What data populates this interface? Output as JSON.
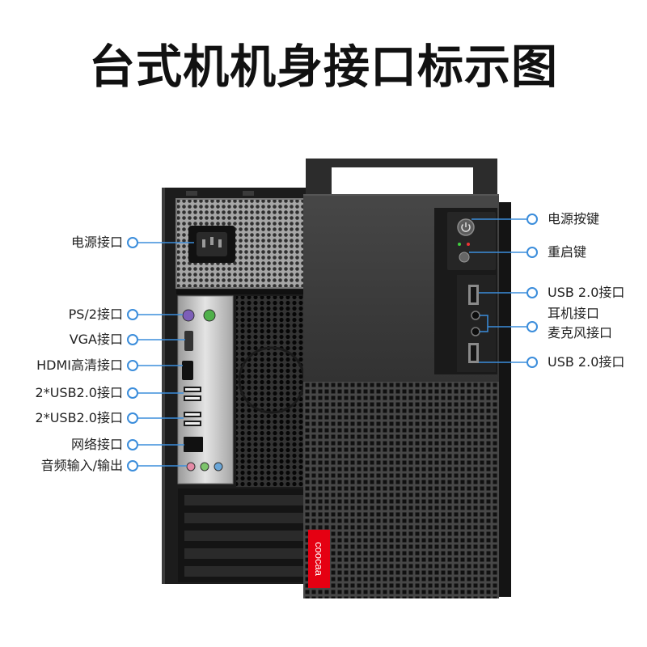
{
  "title": "台式机机身接口标示图",
  "rear_labels": [
    "电源接口",
    "PS/2接口",
    "VGA接口",
    "HDMI高清接口",
    "2*USB2.0接口",
    "2*USB2.0接口",
    "网络接口",
    "音频输入/输出"
  ],
  "front_labels": [
    "电源按键",
    "重启键",
    "USB 2.0接口",
    "耳机接口",
    "麦克风接口",
    "USB 2.0接口"
  ],
  "brand_logo": "coocaa",
  "colors": {
    "callout": "#3b8ddb",
    "brand_red": "#e50012",
    "title": "#111111"
  }
}
